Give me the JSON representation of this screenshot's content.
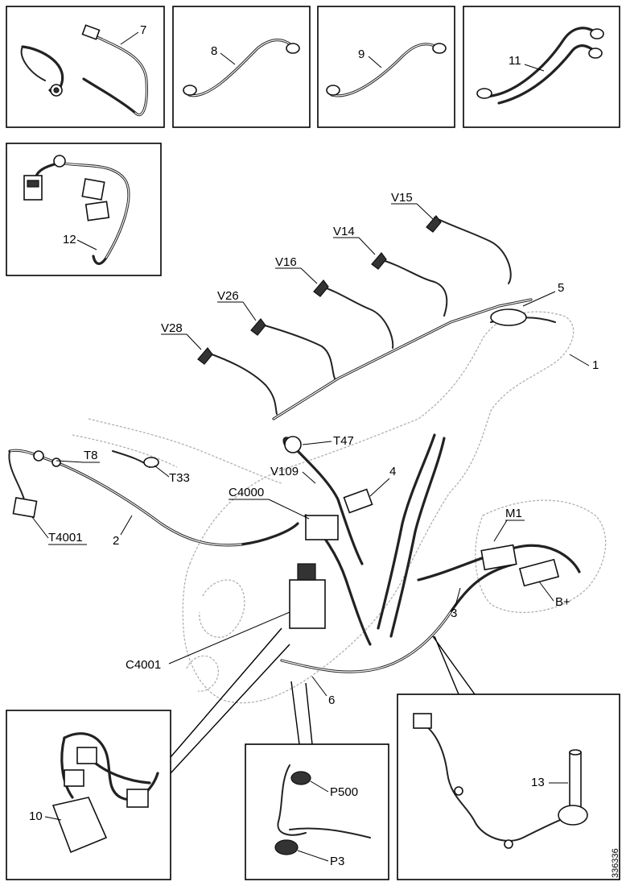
{
  "labels": {
    "n1": "1",
    "n2": "2",
    "n3": "3",
    "n4": "4",
    "n5": "5",
    "n6": "6",
    "n7": "7",
    "n8": "8",
    "n9": "9",
    "n10": "10",
    "n11": "11",
    "n12": "12",
    "n13": "13",
    "V15": "V15",
    "V14": "V14",
    "V16": "V16",
    "V26": "V26",
    "V28": "V28",
    "T8": "T8",
    "T33": "T33",
    "T47": "T47",
    "T4001": "T4001",
    "V109": "V109",
    "C4000": "C4000",
    "C4001": "C4001",
    "M1": "M1",
    "Bplus": "B+",
    "P500": "P500",
    "P3": "P3"
  },
  "doc_id": "336336",
  "colors": {
    "line": "#222222",
    "engine": "#aaaaaa",
    "frame": "#000000"
  }
}
